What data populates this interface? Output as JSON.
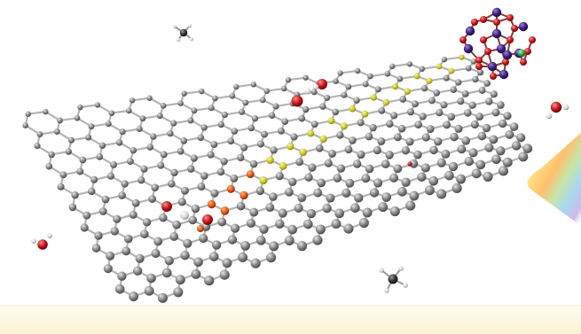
{
  "scene": {
    "subject": "graphene-sheet",
    "colors": {
      "background": "#ffffff",
      "floor": "#fdf9e3",
      "carbon_atom": "#7a7a7a",
      "carbon_highlight": "#d9d9d9",
      "bond": "#b4b4b4",
      "path_yellow": "#d3d43a",
      "path_orange": "#e0661f",
      "oxygen": "#c0161b",
      "hydrogen": "#e6e6e6",
      "cluster_purple": "#3b1f7a",
      "cluster_red": "#b51c1c",
      "cluster_green": "#2aa84a",
      "methane_carbon": "#333333"
    },
    "molecules": [
      "methane",
      "water",
      "water",
      "methane",
      "water"
    ],
    "elements": [
      "carbon",
      "hydrogen",
      "oxygen"
    ]
  }
}
